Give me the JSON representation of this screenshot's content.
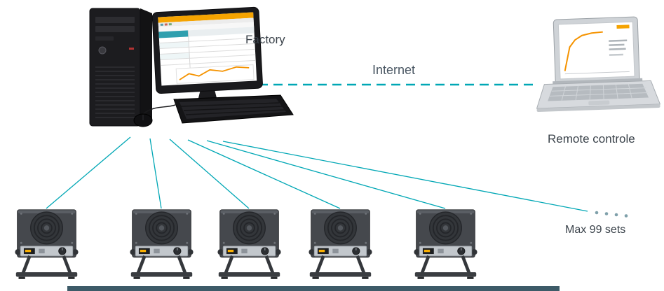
{
  "diagram": {
    "labels": {
      "factory": "Factory",
      "internet": "Internet",
      "remote_control": "Remote controle",
      "max_sets": "Max 99 sets"
    },
    "colors": {
      "connection_teal": "#00a7b5",
      "accent_orange": "#f5a300",
      "baseline_bar": "#3d5b68",
      "label_text": "#3b434b"
    },
    "nodes": {
      "factory_computer_icon": "desktop-computer-with-monitoring-software",
      "remote_laptop_icon": "laptop-with-chart-screen",
      "device_icon": "ionizing-blower-fan-unit",
      "devices_shown": 5
    }
  }
}
